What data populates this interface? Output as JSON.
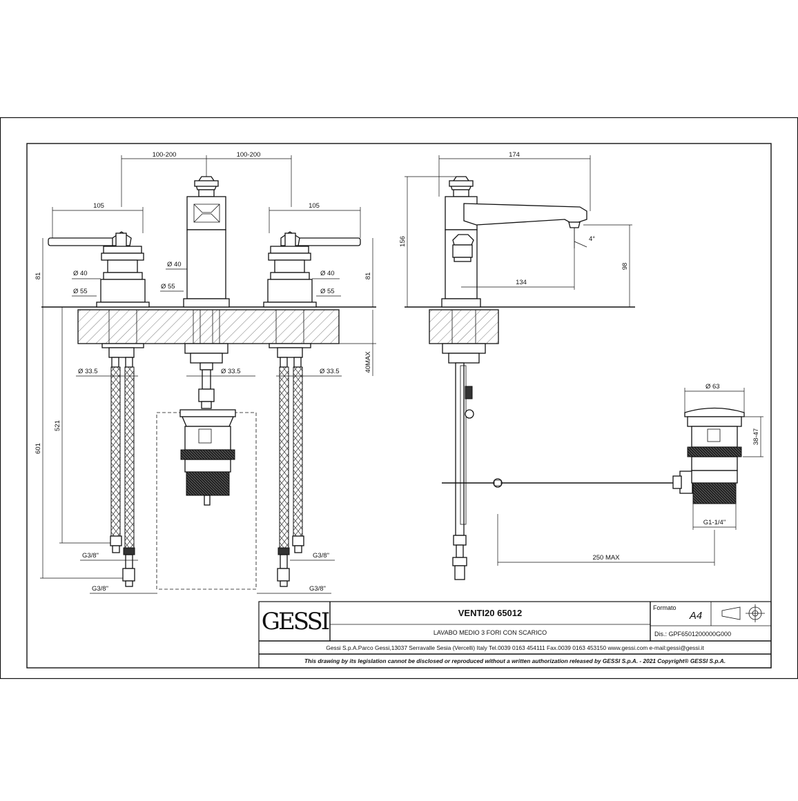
{
  "dimensions": {
    "spacing_left": "100-200",
    "spacing_right": "100-200",
    "lever_left": "105",
    "lever_right": "105",
    "diam40_left": "Ø 40",
    "diam40_center": "Ø 40",
    "diam40_right": "Ø 40",
    "diam55_left": "Ø 55",
    "diam55_center": "Ø 55",
    "diam55_right": "Ø 55",
    "height_left": "81",
    "height_right": "81",
    "diam335_left": "Ø 33.5",
    "diam335_center": "Ø 33.5",
    "diam335_right": "Ø 33.5",
    "deck_max": "40MAX",
    "hose_521": "521",
    "hose_601": "601",
    "g38_left_upper": "G3/8\"",
    "g38_left_lower": "G3/8\"",
    "g38_right_upper": "G3/8\"",
    "g38_right_lower": "G3/8\"",
    "spout_reach": "174",
    "total_height": "156",
    "angle": "4°",
    "outlet_height": "98",
    "outlet_reach": "134",
    "waste_diam": "Ø 63",
    "waste_height": "38-47",
    "waste_thread": "G1-1/4\"",
    "rod_length": "250 MAX"
  },
  "title_block": {
    "logo": "GESSI",
    "product": "VENTI20 65012",
    "description": "LAVABO MEDIO 3 FORI CON SCARICO",
    "format_label": "Formato",
    "format_value": "A4",
    "drawing_no": "Dis.: GPF6501200000G000",
    "company_info": "Gessi S.p.A.Parco Gessi,13037 Serravalle Sesia (Vercelli) Italy Tel.0039 0163 454111 Fax.0039 0163 453150 www.gessi.com e-mail:gessi@gessi.it",
    "copyright": "This drawing by its legislation cannot be disclosed or reproduced without a written authorization released by GESSI S.p.A. - 2021 Copyright® GESSI S.p.A."
  }
}
